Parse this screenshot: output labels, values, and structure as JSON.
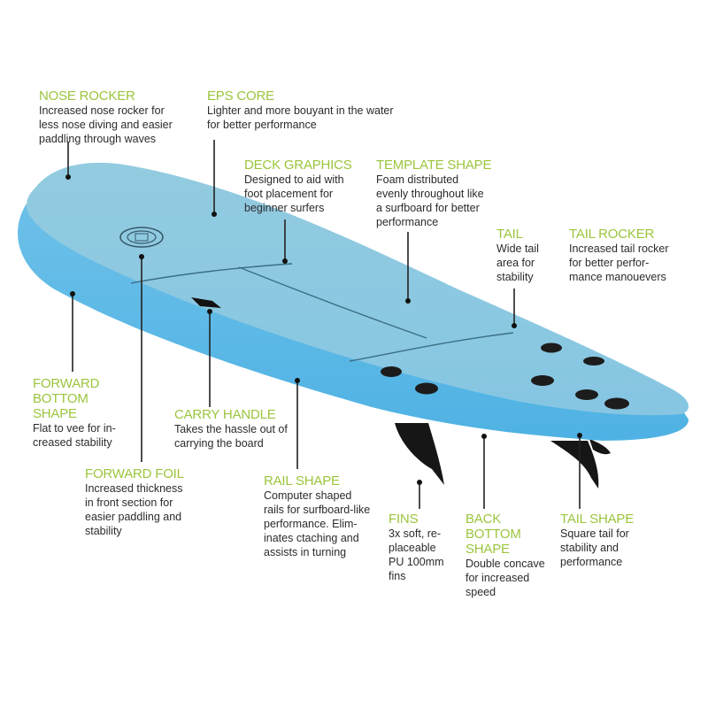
{
  "colors": {
    "heading_green": "#9bc53d",
    "body_text": "#2b2b2b",
    "board_top": "#8ccde8",
    "board_rail": "#5bb8e6",
    "fin": "#1a1a1a",
    "leader_line": "#222222"
  },
  "callouts": [
    {
      "id": "nose-rocker",
      "heading": [
        "NOSE ROCKER"
      ],
      "body": [
        "Increased nose rocker for",
        "less nose diving and easier",
        "paddling through waves"
      ]
    },
    {
      "id": "eps-core",
      "heading": [
        "EPS CORE"
      ],
      "body": [
        "Lighter and more bouyant in the water",
        "for better performance"
      ]
    },
    {
      "id": "deck-graphics",
      "heading": [
        "DECK GRAPHICS"
      ],
      "body": [
        "Designed to aid with",
        "foot placement for",
        "beginner surfers"
      ]
    },
    {
      "id": "template-shape",
      "heading": [
        "TEMPLATE SHAPE"
      ],
      "body": [
        "Foam distributed",
        "evenly throughout like",
        "a surfboard for better",
        "performance"
      ]
    },
    {
      "id": "tail",
      "heading": [
        "TAIL"
      ],
      "body": [
        "Wide tail",
        "area for",
        "stability"
      ]
    },
    {
      "id": "tail-rocker",
      "heading": [
        "TAIL ROCKER"
      ],
      "body": [
        "Increased tail rocker",
        "for better perfor-",
        "mance manouevers"
      ]
    },
    {
      "id": "forward-bottom-shape",
      "heading": [
        "FORWARD",
        "BOTTOM",
        "SHAPE"
      ],
      "body": [
        "Flat to vee for in-",
        "creased stability"
      ]
    },
    {
      "id": "carry-handle",
      "heading": [
        "CARRY HANDLE"
      ],
      "body": [
        "Takes the hassle out of",
        "carrying the board"
      ]
    },
    {
      "id": "forward-foil",
      "heading": [
        "FORWARD FOIL"
      ],
      "body": [
        "Increased thickness",
        "in front section for",
        "easier paddling and",
        "stability"
      ]
    },
    {
      "id": "rail-shape",
      "heading": [
        "RAIL SHAPE"
      ],
      "body": [
        "Computer shaped",
        "rails for surfboard-like",
        "performance. Elim-",
        "inates ctaching and",
        "assists in turning"
      ]
    },
    {
      "id": "fins",
      "heading": [
        "FINS"
      ],
      "body": [
        "3x soft, re-",
        "placeable",
        "PU 100mm",
        "fins"
      ]
    },
    {
      "id": "back-bottom-shape",
      "heading": [
        "BACK",
        "BOTTOM",
        "SHAPE"
      ],
      "body": [
        "Double concave",
        "for increased",
        "speed"
      ]
    },
    {
      "id": "tail-shape",
      "heading": [
        "TAIL SHAPE"
      ],
      "body": [
        "Square tail for",
        "stability and",
        "performance"
      ]
    }
  ]
}
